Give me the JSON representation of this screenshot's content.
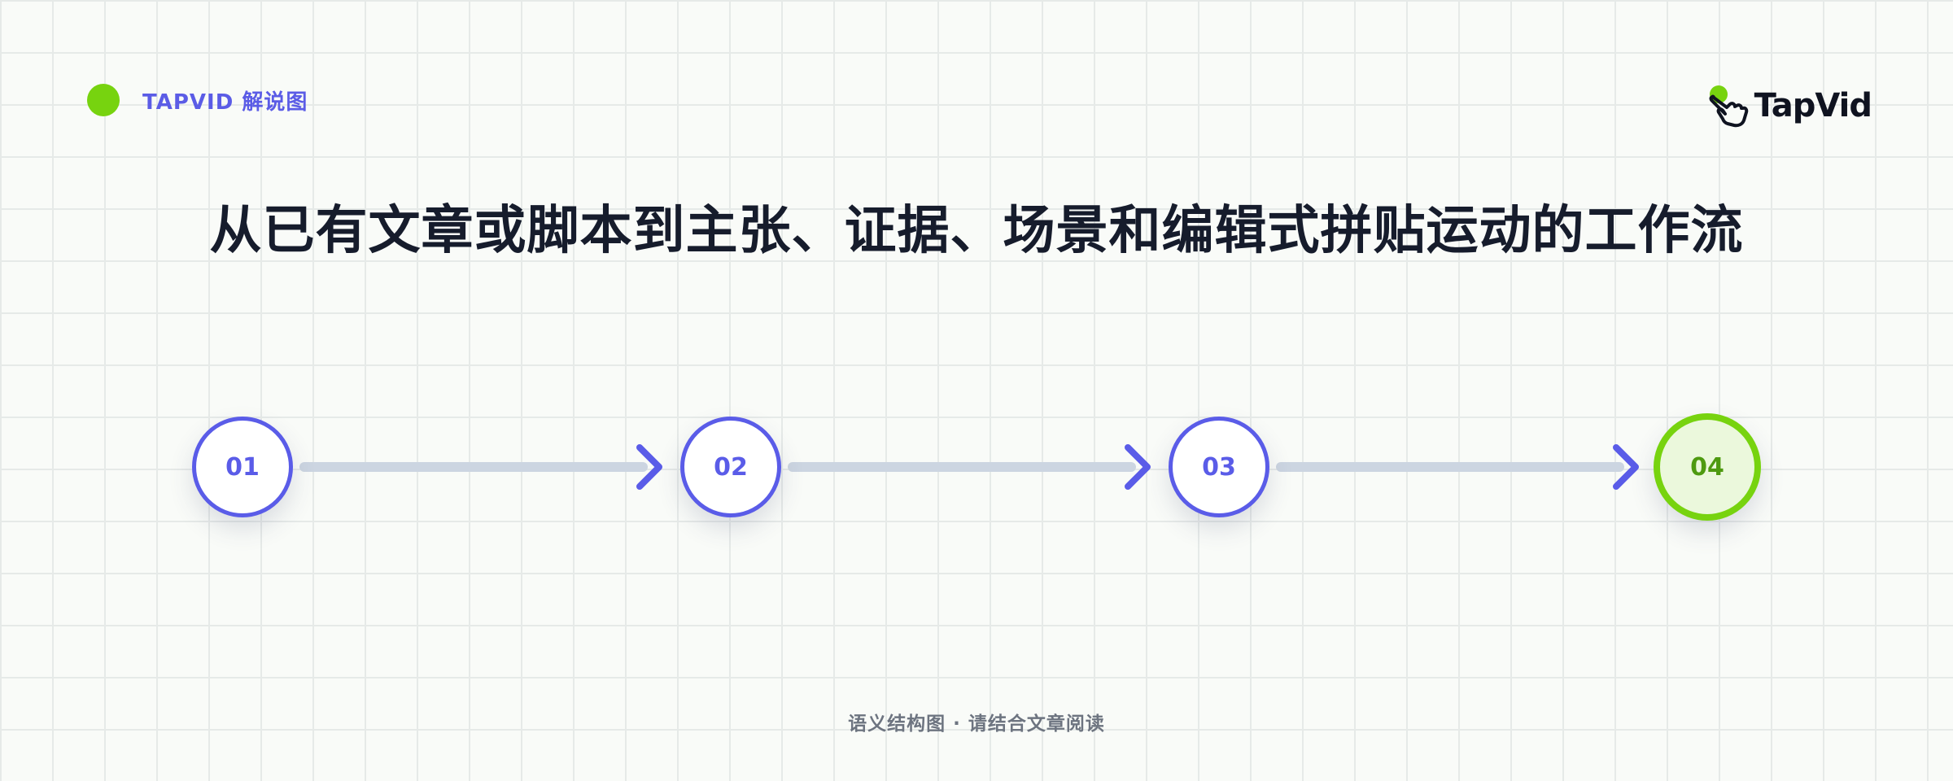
{
  "header": {
    "brand_tag": "TAPVID 解说图",
    "logo_text": "TapVid"
  },
  "title": "从已有文章或脚本到主张、证据、场景和编辑式拼贴运动的工作流",
  "steps": [
    {
      "label": "01",
      "state": "default"
    },
    {
      "label": "02",
      "state": "default"
    },
    {
      "label": "03",
      "state": "default"
    },
    {
      "label": "04",
      "state": "current"
    }
  ],
  "footer": {
    "note": "语义结构图 · 请结合文章阅读"
  },
  "colors": {
    "accent": "#5a5ce8",
    "highlight": "#77d30f",
    "connector": "#ccd5e1",
    "title": "#161c2c"
  },
  "icons": {
    "logo": "pointing-hand-icon",
    "connector_head": "chevron-right-icon"
  }
}
